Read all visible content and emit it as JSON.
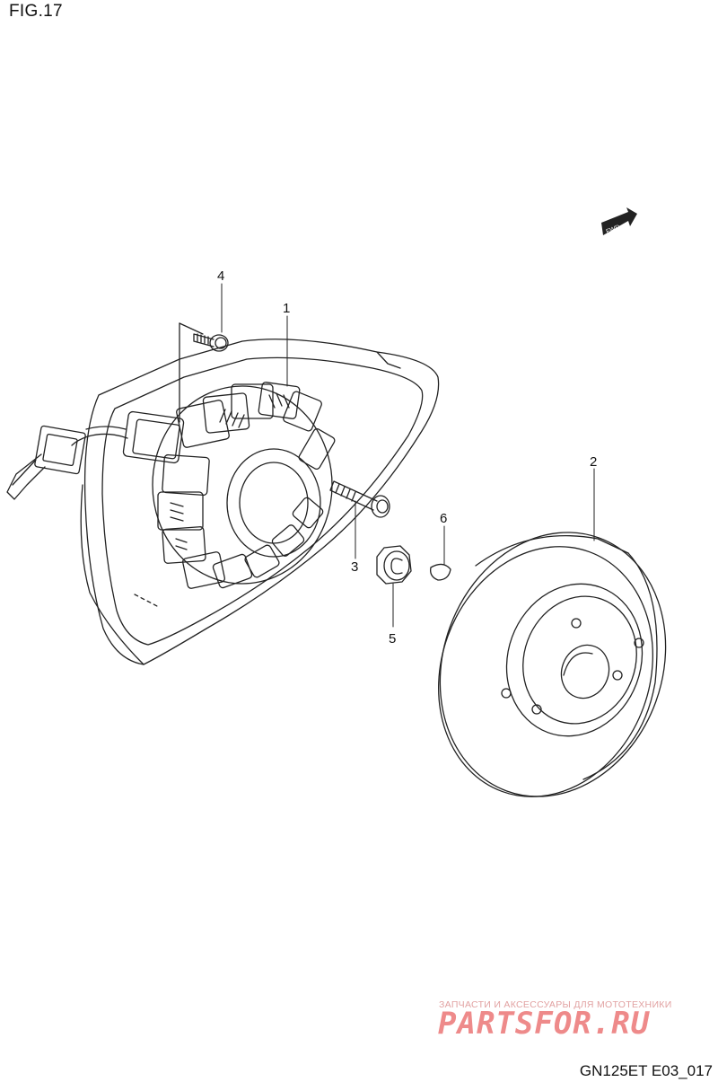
{
  "figure": {
    "title": "FIG.17",
    "code": "GN125ET E03_017"
  },
  "direction_marker": {
    "label": "FWD"
  },
  "callouts": [
    {
      "id": "1",
      "label": "1",
      "part": "stator"
    },
    {
      "id": "2",
      "label": "2",
      "part": "rotor"
    },
    {
      "id": "3",
      "label": "3",
      "part": "bolt"
    },
    {
      "id": "4",
      "label": "4",
      "part": "screw"
    },
    {
      "id": "5",
      "label": "5",
      "part": "nut"
    },
    {
      "id": "6",
      "label": "6",
      "part": "key"
    }
  ],
  "watermark": {
    "tagline": "ЗАПЧАСТИ И АКСЕССУАРЫ ДЛЯ МОТОТЕХНИКИ",
    "logo": "PARTSFOR.RU",
    "color": "#ee8a8a"
  }
}
